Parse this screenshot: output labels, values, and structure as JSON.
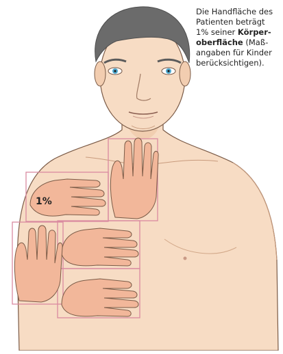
{
  "caption": {
    "lines": [
      {
        "text": "Die Handfläche des",
        "bold": ""
      },
      {
        "text": "Patienten beträgt",
        "bold": ""
      },
      {
        "text": "1% seiner ",
        "bold": "Körper-"
      },
      {
        "text": "",
        "bold": "oberfläche",
        "after": " (Maß-"
      },
      {
        "text": "angaben für Kinder",
        "bold": ""
      },
      {
        "text": "berücksichtigen).",
        "bold": ""
      }
    ]
  },
  "hand_label": "1%",
  "colors": {
    "skin": "#f7dcc4",
    "skin_shadow": "#ecc4a3",
    "outline": "#7a5a46",
    "hair": "#6b6b6b",
    "hair_dark": "#4e4e4e",
    "box": "#d98aa0",
    "hand": "#f2b79a",
    "iris": "#4fa9cf"
  }
}
